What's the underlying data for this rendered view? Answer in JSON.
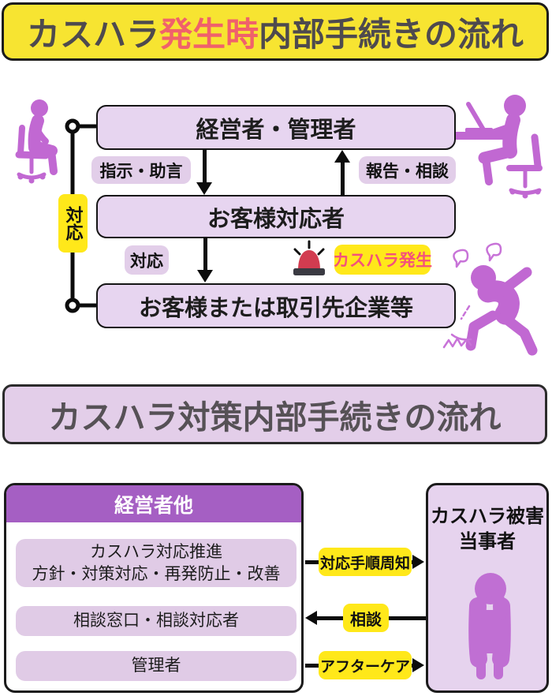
{
  "title_top": {
    "prefix": "カスハラ",
    "highlight": "発生時",
    "suffix": "内部手続きの流れ"
  },
  "title_second": "カスハラ対策内部手続きの流れ",
  "incident_flow": {
    "manager_box": "経営者・管理者",
    "responder_box": "お客様対応者",
    "customer_box": "お客様または取引先企業等",
    "label_instruct": "指示・助言",
    "label_report": "報告・相談",
    "label_respond": "対応",
    "label_respond_side": "対応",
    "label_incident": "カスハラ発生"
  },
  "measure_flow": {
    "header": "経営者他",
    "row1_line1": "カスハラ対応推進",
    "row1_line2": "方針・対策対応・再発防止・改善",
    "row2": "相談窓口・相談対応者",
    "row3": "管理者",
    "victim_line1": "カスハラ被害",
    "victim_line2": "当事者",
    "arrow1_label": "対応手順周知",
    "arrow2_label": "相談",
    "arrow3_label": "アフターケア"
  },
  "icons": {
    "left_worker": "seated-worker-icon",
    "right_worker": "worker-at-desk-icon",
    "angry_customer": "angry-customer-icon",
    "siren": "siren-icon",
    "victim": "crying-person-icon"
  },
  "colors": {
    "title_yellow": "#F7E431",
    "label_yellow": "#FFE81A",
    "title_text": "#4E4A4E",
    "highlight_red": "#F0616B",
    "incident_pink": "#F4517B",
    "box_lavender": "#E7D5F0",
    "pill_lavender": "#E2CEE9",
    "panel_lavender": "#E6D3EE",
    "inner_lavender": "#E0CBE6",
    "header_purple": "#A55FC3",
    "icon_purple": "#C168D2",
    "siren_red": "#D23C50"
  }
}
